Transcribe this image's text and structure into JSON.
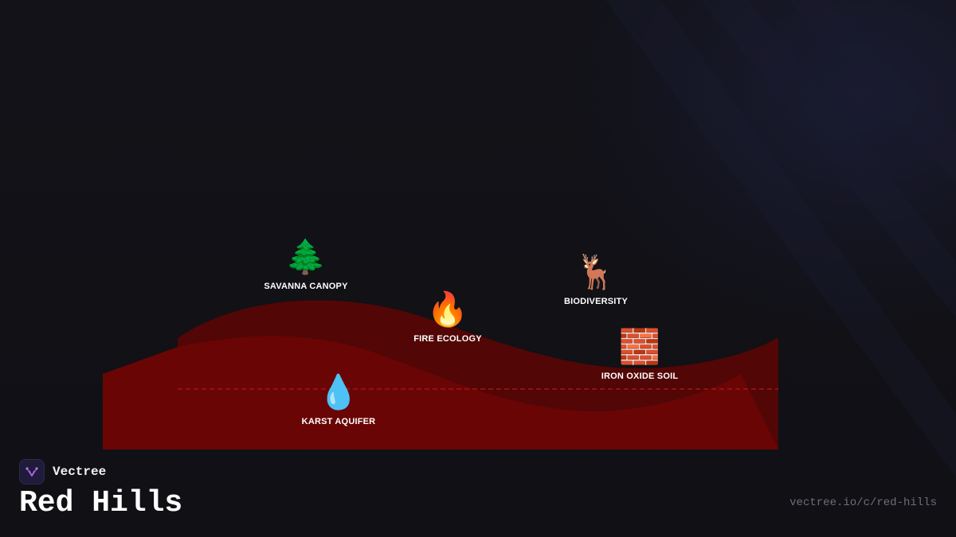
{
  "colors": {
    "background": "#0f0f14",
    "terrain_front": "#6a0505",
    "terrain_back": "#520606",
    "water_table_line": "#b01818",
    "label_text": "#ffffff",
    "url_text": "#6e6e78",
    "logo_accent": "#a050e0"
  },
  "diagram": {
    "features": [
      {
        "id": "savanna-canopy",
        "icon": "evergreen-tree-icon",
        "emoji": "🌲",
        "label": "SAVANNA CANOPY"
      },
      {
        "id": "fire-ecology",
        "icon": "fire-icon",
        "emoji": "🔥",
        "label": "FIRE ECOLOGY"
      },
      {
        "id": "biodiversity",
        "icon": "deer-icon",
        "emoji": "🦌",
        "label": "BIODIVERSITY"
      },
      {
        "id": "iron-oxide-soil",
        "icon": "brick-icon",
        "emoji": "🧱",
        "label": "IRON OXIDE SOIL"
      },
      {
        "id": "karst-aquifer",
        "icon": "water-droplet-icon",
        "emoji": "💧",
        "label": "KARST AQUIFER"
      }
    ]
  },
  "footer": {
    "brand_name": "Vectree",
    "brand_icon": "vectree-logo-icon",
    "title": "Red Hills",
    "url": "vectree.io/c/red-hills"
  }
}
